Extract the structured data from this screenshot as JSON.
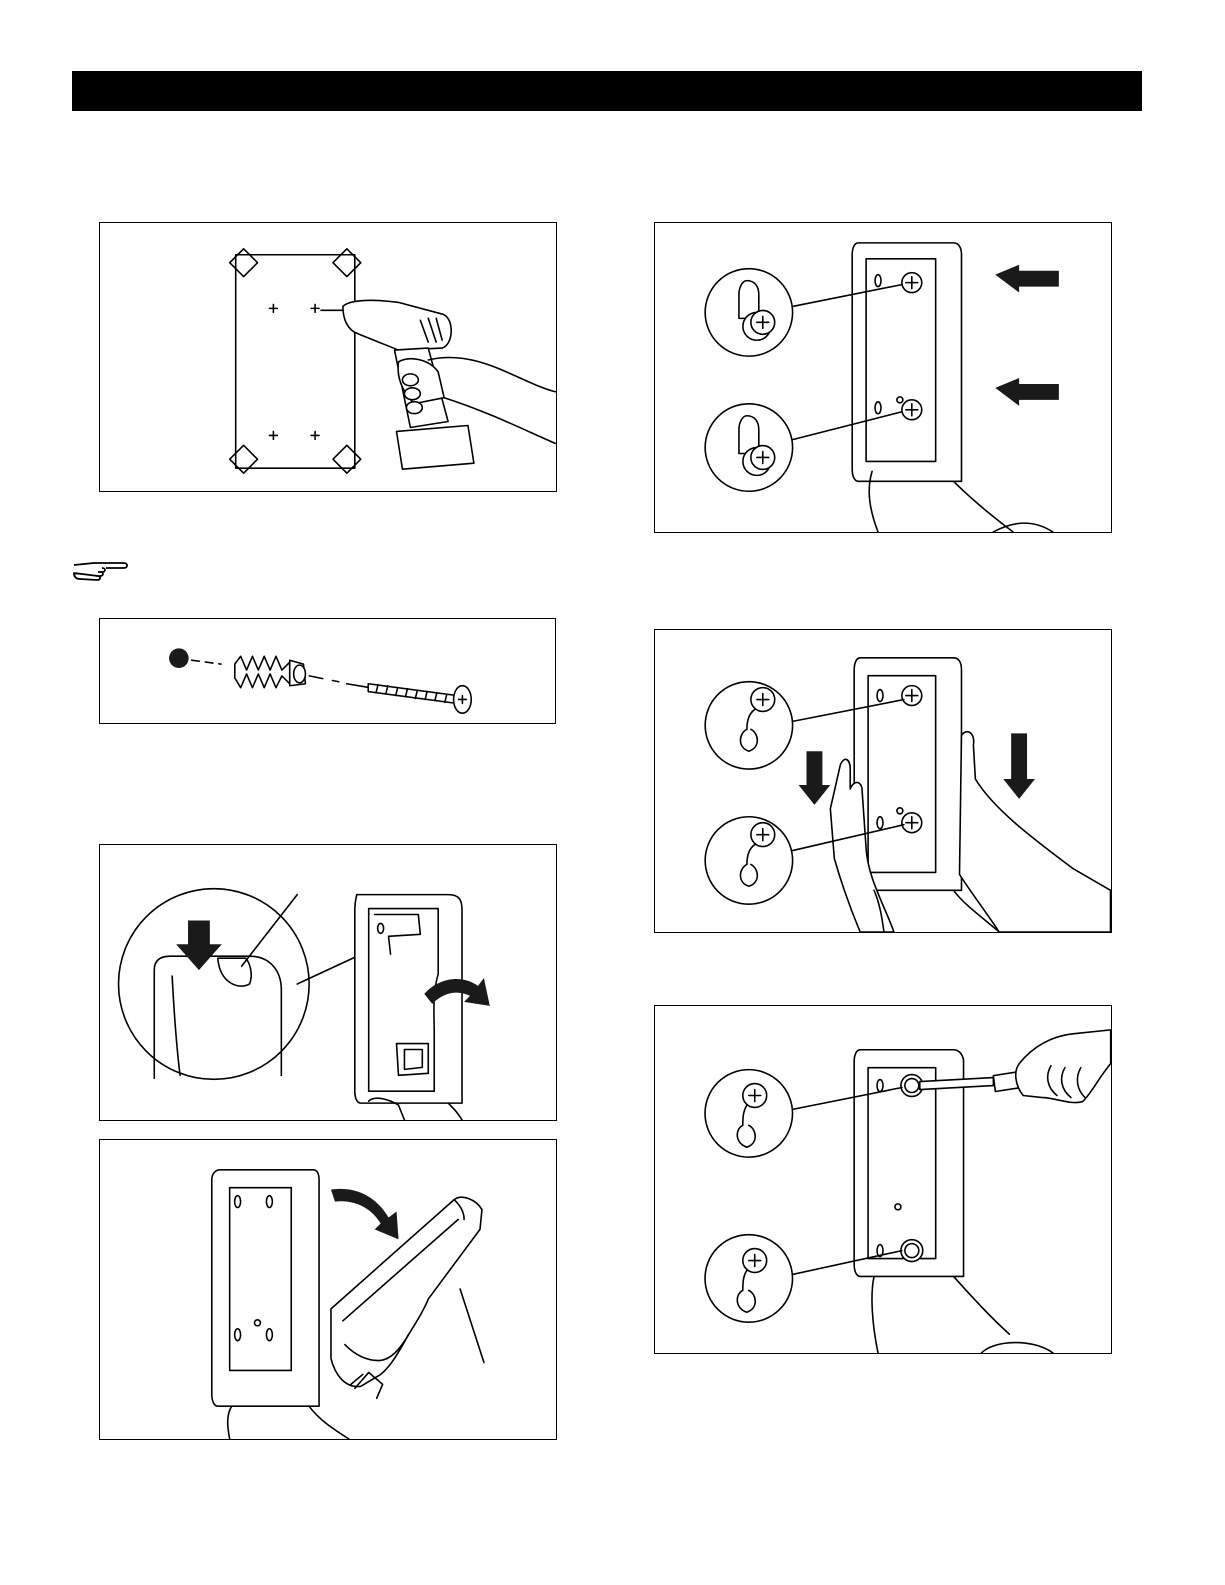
{
  "header": {
    "title": ""
  },
  "figures": [
    {
      "id": "drill-template",
      "icon": "drill-template-illustration"
    },
    {
      "id": "anchor-screw",
      "icon": "anchor-and-screw-illustration"
    },
    {
      "id": "release-tab",
      "icon": "release-tab-illustration"
    },
    {
      "id": "remove-bracket",
      "icon": "remove-bracket-illustration"
    },
    {
      "id": "hang-on-screws",
      "icon": "hang-on-screws-illustration"
    },
    {
      "id": "slide-down",
      "icon": "slide-down-illustration"
    },
    {
      "id": "tighten-screws",
      "icon": "tighten-screws-illustration"
    }
  ],
  "note": {
    "icon": "pointing-hand-icon"
  },
  "colors": {
    "ink": "#000000",
    "fill": "#1a1a1a",
    "paper": "#ffffff"
  }
}
